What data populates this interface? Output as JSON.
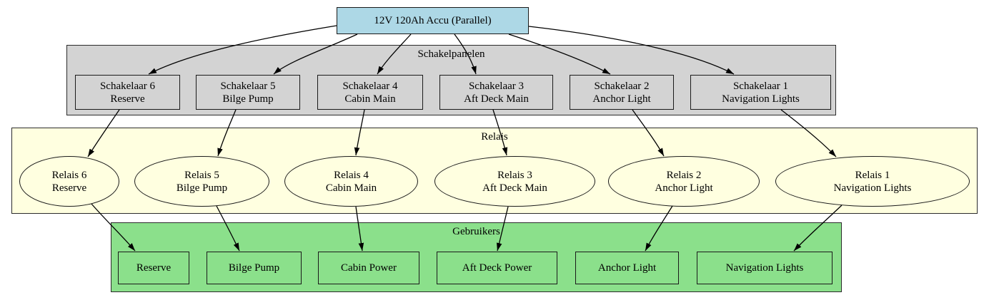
{
  "diagram": {
    "battery": {
      "label": "12V 120Ah Accu (Parallel)"
    },
    "clusters": {
      "panels": {
        "label": "Schakelpanelen",
        "items": [
          {
            "line1": "Schakelaar 6",
            "line2": "Reserve"
          },
          {
            "line1": "Schakelaar 5",
            "line2": "Bilge Pump"
          },
          {
            "line1": "Schakelaar 4",
            "line2": "Cabin Main"
          },
          {
            "line1": "Schakelaar 3",
            "line2": "Aft Deck Main"
          },
          {
            "line1": "Schakelaar 2",
            "line2": "Anchor Light"
          },
          {
            "line1": "Schakelaar 1",
            "line2": "Navigation Lights"
          }
        ]
      },
      "relays": {
        "label": "Relais",
        "items": [
          {
            "line1": "Relais 6",
            "line2": "Reserve"
          },
          {
            "line1": "Relais 5",
            "line2": "Bilge Pump"
          },
          {
            "line1": "Relais 4",
            "line2": "Cabin Main"
          },
          {
            "line1": "Relais 3",
            "line2": "Aft Deck Main"
          },
          {
            "line1": "Relais 2",
            "line2": "Anchor Light"
          },
          {
            "line1": "Relais 1",
            "line2": "Navigation Lights"
          }
        ]
      },
      "consumers": {
        "label": "Gebruikers",
        "items": [
          {
            "label": "Reserve"
          },
          {
            "label": "Bilge Pump"
          },
          {
            "label": "Cabin Power"
          },
          {
            "label": "Aft Deck Power"
          },
          {
            "label": "Anchor Light"
          },
          {
            "label": "Navigation Lights"
          }
        ]
      }
    },
    "connections": [
      {
        "from": "12V 120Ah Accu (Parallel)",
        "to": "Schakelaar 6 Reserve"
      },
      {
        "from": "12V 120Ah Accu (Parallel)",
        "to": "Schakelaar 5 Bilge Pump"
      },
      {
        "from": "12V 120Ah Accu (Parallel)",
        "to": "Schakelaar 4 Cabin Main"
      },
      {
        "from": "12V 120Ah Accu (Parallel)",
        "to": "Schakelaar 3 Aft Deck Main"
      },
      {
        "from": "12V 120Ah Accu (Parallel)",
        "to": "Schakelaar 2 Anchor Light"
      },
      {
        "from": "12V 120Ah Accu (Parallel)",
        "to": "Schakelaar 1 Navigation Lights"
      },
      {
        "from": "Schakelaar 6 Reserve",
        "to": "Relais 6 Reserve"
      },
      {
        "from": "Schakelaar 5 Bilge Pump",
        "to": "Relais 5 Bilge Pump"
      },
      {
        "from": "Schakelaar 4 Cabin Main",
        "to": "Relais 4 Cabin Main"
      },
      {
        "from": "Schakelaar 3 Aft Deck Main",
        "to": "Relais 3 Aft Deck Main"
      },
      {
        "from": "Schakelaar 2 Anchor Light",
        "to": "Relais 2 Anchor Light"
      },
      {
        "from": "Schakelaar 1 Navigation Lights",
        "to": "Relais 1 Navigation Lights"
      },
      {
        "from": "Relais 6 Reserve",
        "to": "Reserve"
      },
      {
        "from": "Relais 5 Bilge Pump",
        "to": "Bilge Pump"
      },
      {
        "from": "Relais 4 Cabin Main",
        "to": "Cabin Power"
      },
      {
        "from": "Relais 3 Aft Deck Main",
        "to": "Aft Deck Power"
      },
      {
        "from": "Relais 2 Anchor Light",
        "to": "Anchor Light"
      },
      {
        "from": "Relais 1 Navigation Lights",
        "to": "Navigation Lights"
      }
    ],
    "colors": {
      "battery-fill": "#ADD8E6",
      "panel-fill": "#D3D3D3",
      "relay-fill": "#FFFFE0",
      "consumer-fill": "#8BE08B",
      "edge-color": "#000000"
    }
  }
}
